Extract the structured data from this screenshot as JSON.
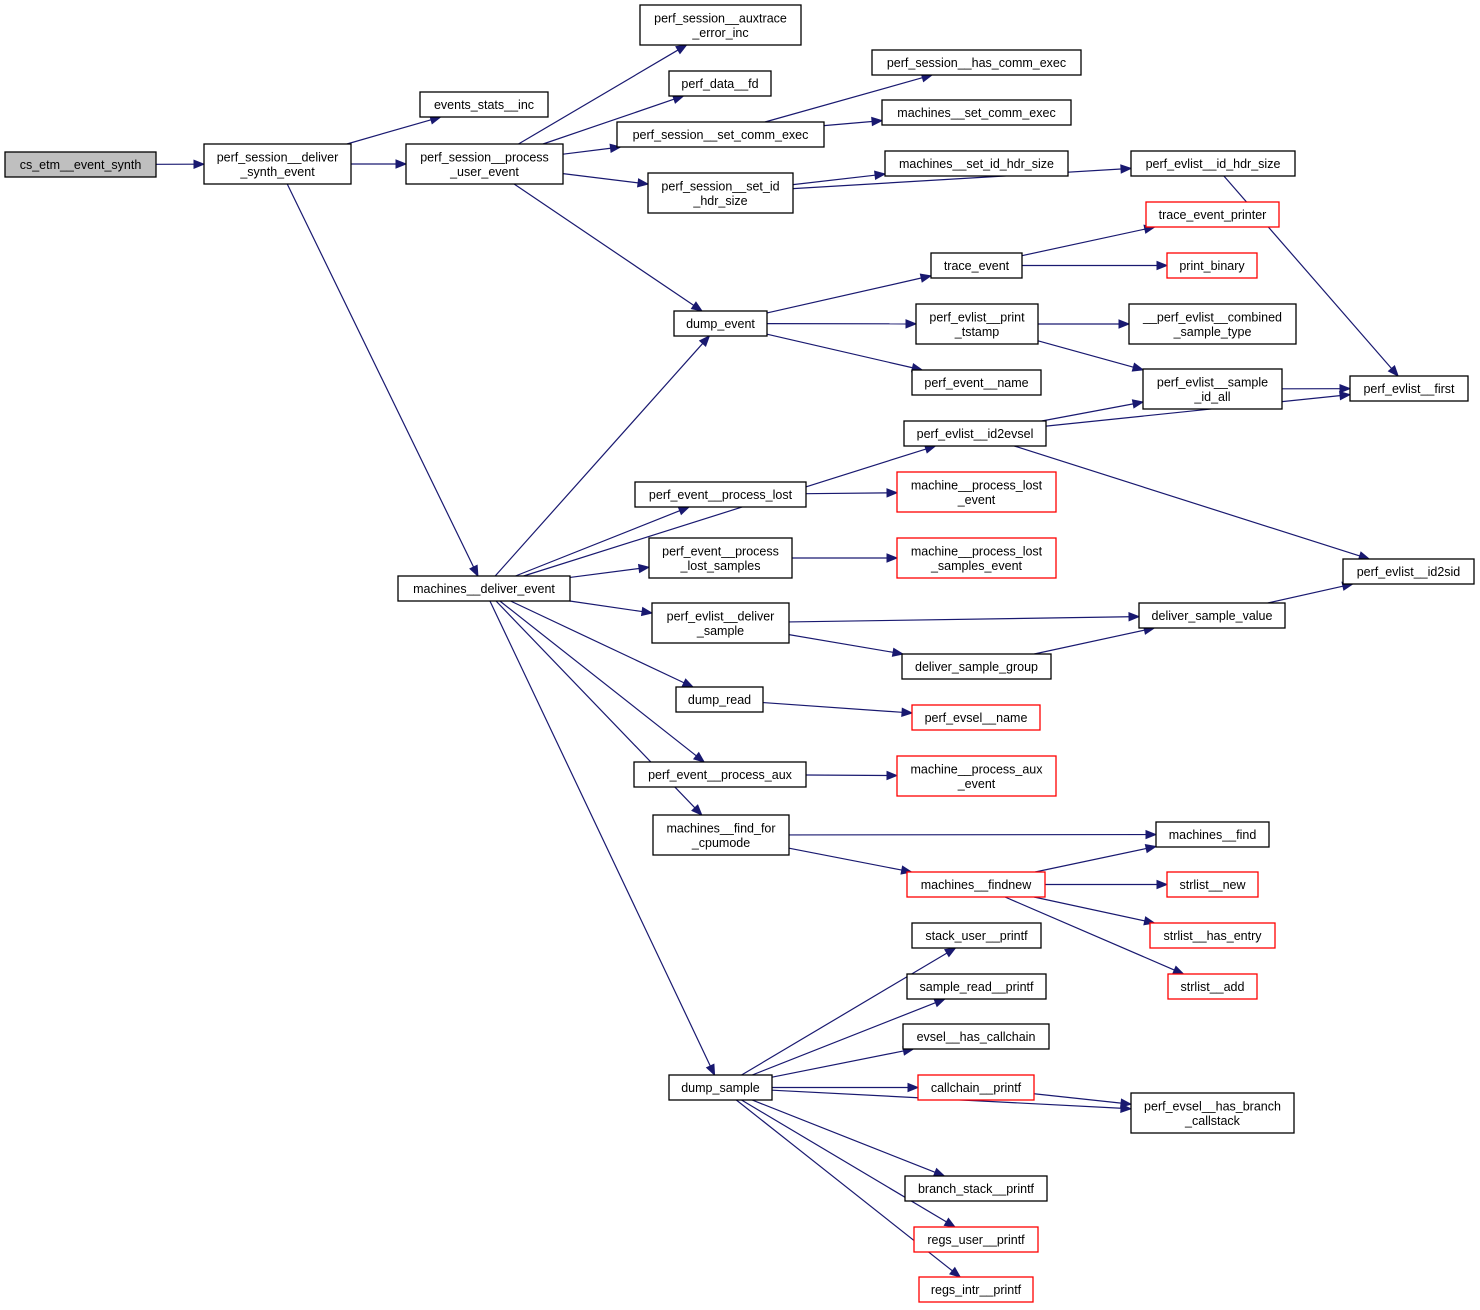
{
  "diagram": {
    "type": "call-graph",
    "edge_color": "#191970",
    "external_node_border": "#ff0000",
    "root_fill": "#bfbfbf",
    "nodes": [
      {
        "id": "cs_etm",
        "lines": [
          "cs_etm__event_synth"
        ],
        "kind": "root"
      },
      {
        "id": "deliver_synth",
        "lines": [
          "perf_session__deliver",
          "_synth_event"
        ]
      },
      {
        "id": "events_stats",
        "lines": [
          "events_stats__inc"
        ]
      },
      {
        "id": "process_user",
        "lines": [
          "perf_session__process",
          "_user_event"
        ]
      },
      {
        "id": "auxtrace_err",
        "lines": [
          "perf_session__auxtrace",
          "_error_inc"
        ]
      },
      {
        "id": "data_fd",
        "lines": [
          "perf_data__fd"
        ]
      },
      {
        "id": "set_comm_exec",
        "lines": [
          "perf_session__set_comm_exec"
        ]
      },
      {
        "id": "has_comm_exec",
        "lines": [
          "perf_session__has_comm_exec"
        ]
      },
      {
        "id": "m_set_comm_exec",
        "lines": [
          "machines__set_comm_exec"
        ]
      },
      {
        "id": "set_id_hdr",
        "lines": [
          "perf_session__set_id",
          "_hdr_size"
        ]
      },
      {
        "id": "m_set_id_hdr",
        "lines": [
          "machines__set_id_hdr_size"
        ]
      },
      {
        "id": "evlist_id_hdr",
        "lines": [
          "perf_evlist__id_hdr_size"
        ]
      },
      {
        "id": "trace_event_printer",
        "lines": [
          "trace_event_printer"
        ],
        "kind": "ext"
      },
      {
        "id": "print_binary",
        "lines": [
          "print_binary"
        ],
        "kind": "ext"
      },
      {
        "id": "trace_event",
        "lines": [
          "trace_event"
        ]
      },
      {
        "id": "dump_event",
        "lines": [
          "dump_event"
        ]
      },
      {
        "id": "print_tstamp",
        "lines": [
          "perf_evlist__print",
          "_tstamp"
        ]
      },
      {
        "id": "combined_sample",
        "lines": [
          "__perf_evlist__combined",
          "_sample_type"
        ]
      },
      {
        "id": "event_name",
        "lines": [
          "perf_event__name"
        ]
      },
      {
        "id": "sample_id_all",
        "lines": [
          "perf_evlist__sample",
          "_id_all"
        ]
      },
      {
        "id": "evlist_first",
        "lines": [
          "perf_evlist__first"
        ]
      },
      {
        "id": "id2evsel",
        "lines": [
          "perf_evlist__id2evsel"
        ]
      },
      {
        "id": "process_lost",
        "lines": [
          "perf_event__process_lost"
        ]
      },
      {
        "id": "m_process_lost",
        "lines": [
          "machine__process_lost",
          "_event"
        ],
        "kind": "ext"
      },
      {
        "id": "process_lost_samples",
        "lines": [
          "perf_event__process",
          "_lost_samples"
        ]
      },
      {
        "id": "m_process_lost_samples",
        "lines": [
          "machine__process_lost",
          "_samples_event"
        ],
        "kind": "ext"
      },
      {
        "id": "id2sid",
        "lines": [
          "perf_evlist__id2sid"
        ]
      },
      {
        "id": "deliver_event",
        "lines": [
          "machines__deliver_event"
        ]
      },
      {
        "id": "deliver_sample",
        "lines": [
          "perf_evlist__deliver",
          "_sample"
        ]
      },
      {
        "id": "deliver_sample_value",
        "lines": [
          "deliver_sample_value"
        ]
      },
      {
        "id": "deliver_sample_group",
        "lines": [
          "deliver_sample_group"
        ]
      },
      {
        "id": "dump_read",
        "lines": [
          "dump_read"
        ]
      },
      {
        "id": "evsel_name",
        "lines": [
          "perf_evsel__name"
        ],
        "kind": "ext"
      },
      {
        "id": "process_aux",
        "lines": [
          "perf_event__process_aux"
        ]
      },
      {
        "id": "m_process_aux",
        "lines": [
          "machine__process_aux",
          "_event"
        ],
        "kind": "ext"
      },
      {
        "id": "find_for_cpumode",
        "lines": [
          "machines__find_for",
          "_cpumode"
        ]
      },
      {
        "id": "m_find",
        "lines": [
          "machines__find"
        ]
      },
      {
        "id": "m_findnew",
        "lines": [
          "machines__findnew"
        ],
        "kind": "ext"
      },
      {
        "id": "strlist_new",
        "lines": [
          "strlist__new"
        ],
        "kind": "ext"
      },
      {
        "id": "strlist_has_entry",
        "lines": [
          "strlist__has_entry"
        ],
        "kind": "ext"
      },
      {
        "id": "strlist_add",
        "lines": [
          "strlist__add"
        ],
        "kind": "ext"
      },
      {
        "id": "stack_user_printf",
        "lines": [
          "stack_user__printf"
        ]
      },
      {
        "id": "sample_read_printf",
        "lines": [
          "sample_read__printf"
        ]
      },
      {
        "id": "evsel_has_callchain",
        "lines": [
          "evsel__has_callchain"
        ]
      },
      {
        "id": "dump_sample",
        "lines": [
          "dump_sample"
        ]
      },
      {
        "id": "callchain_printf",
        "lines": [
          "callchain__printf"
        ],
        "kind": "ext"
      },
      {
        "id": "has_branch_callstack",
        "lines": [
          "perf_evsel__has_branch",
          "_callstack"
        ]
      },
      {
        "id": "branch_stack_printf",
        "lines": [
          "branch_stack__printf"
        ]
      },
      {
        "id": "regs_user_printf",
        "lines": [
          "regs_user__printf"
        ],
        "kind": "ext"
      },
      {
        "id": "regs_intr_printf",
        "lines": [
          "regs_intr__printf"
        ],
        "kind": "ext"
      }
    ],
    "edges": [
      [
        "cs_etm",
        "deliver_synth"
      ],
      [
        "deliver_synth",
        "events_stats"
      ],
      [
        "deliver_synth",
        "process_user"
      ],
      [
        "deliver_synth",
        "deliver_event"
      ],
      [
        "process_user",
        "auxtrace_err"
      ],
      [
        "process_user",
        "data_fd"
      ],
      [
        "process_user",
        "set_comm_exec"
      ],
      [
        "process_user",
        "set_id_hdr"
      ],
      [
        "process_user",
        "dump_event"
      ],
      [
        "set_comm_exec",
        "has_comm_exec"
      ],
      [
        "set_comm_exec",
        "m_set_comm_exec"
      ],
      [
        "set_id_hdr",
        "m_set_id_hdr"
      ],
      [
        "set_id_hdr",
        "evlist_id_hdr"
      ],
      [
        "evlist_id_hdr",
        "evlist_first"
      ],
      [
        "dump_event",
        "trace_event"
      ],
      [
        "dump_event",
        "print_tstamp"
      ],
      [
        "dump_event",
        "event_name"
      ],
      [
        "trace_event",
        "trace_event_printer"
      ],
      [
        "trace_event",
        "print_binary"
      ],
      [
        "print_tstamp",
        "combined_sample"
      ],
      [
        "print_tstamp",
        "sample_id_all"
      ],
      [
        "sample_id_all",
        "evlist_first"
      ],
      [
        "id2evsel",
        "sample_id_all"
      ],
      [
        "id2evsel",
        "evlist_first"
      ],
      [
        "id2evsel",
        "id2sid"
      ],
      [
        "deliver_event",
        "dump_event"
      ],
      [
        "deliver_event",
        "id2evsel"
      ],
      [
        "deliver_event",
        "process_lost"
      ],
      [
        "deliver_event",
        "process_lost_samples"
      ],
      [
        "deliver_event",
        "deliver_sample"
      ],
      [
        "deliver_event",
        "dump_read"
      ],
      [
        "deliver_event",
        "process_aux"
      ],
      [
        "deliver_event",
        "find_for_cpumode"
      ],
      [
        "deliver_event",
        "dump_sample"
      ],
      [
        "process_lost",
        "m_process_lost"
      ],
      [
        "process_lost_samples",
        "m_process_lost_samples"
      ],
      [
        "deliver_sample",
        "deliver_sample_value"
      ],
      [
        "deliver_sample",
        "deliver_sample_group"
      ],
      [
        "deliver_sample_group",
        "deliver_sample_value"
      ],
      [
        "deliver_sample_value",
        "id2sid"
      ],
      [
        "dump_read",
        "evsel_name"
      ],
      [
        "process_aux",
        "m_process_aux"
      ],
      [
        "find_for_cpumode",
        "m_find"
      ],
      [
        "find_for_cpumode",
        "m_findnew"
      ],
      [
        "m_findnew",
        "m_find"
      ],
      [
        "m_findnew",
        "strlist_new"
      ],
      [
        "m_findnew",
        "strlist_has_entry"
      ],
      [
        "m_findnew",
        "strlist_add"
      ],
      [
        "dump_sample",
        "stack_user_printf"
      ],
      [
        "dump_sample",
        "sample_read_printf"
      ],
      [
        "dump_sample",
        "evsel_has_callchain"
      ],
      [
        "dump_sample",
        "callchain_printf"
      ],
      [
        "dump_sample",
        "has_branch_callstack"
      ],
      [
        "dump_sample",
        "branch_stack_printf"
      ],
      [
        "dump_sample",
        "regs_user_printf"
      ],
      [
        "dump_sample",
        "regs_intr_printf"
      ],
      [
        "callchain_printf",
        "has_branch_callstack"
      ]
    ]
  }
}
